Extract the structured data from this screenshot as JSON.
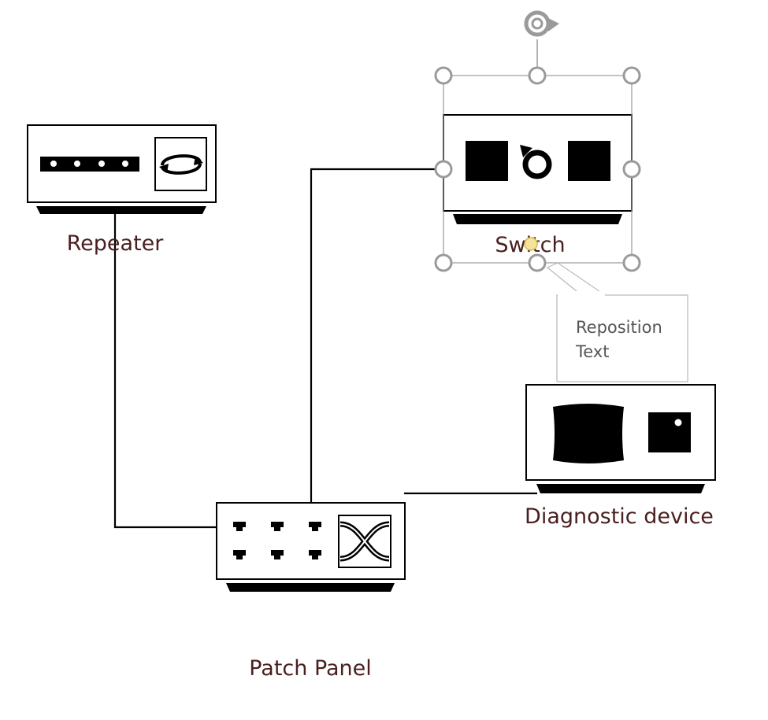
{
  "labels": {
    "repeater": "Repeater",
    "switch": "Switch",
    "patch_panel": "Patch Panel",
    "diagnostic": "Diagnostic device"
  },
  "tooltip": {
    "line1": "Reposition",
    "line2": "Text"
  },
  "colors": {
    "label_text": "#4a1f1f",
    "selection_handle": "#9a9a9a",
    "tooltip_text": "#555555",
    "text_handle": "#f5e39a"
  },
  "icons": {
    "rotate_handle": "rotate-icon"
  }
}
